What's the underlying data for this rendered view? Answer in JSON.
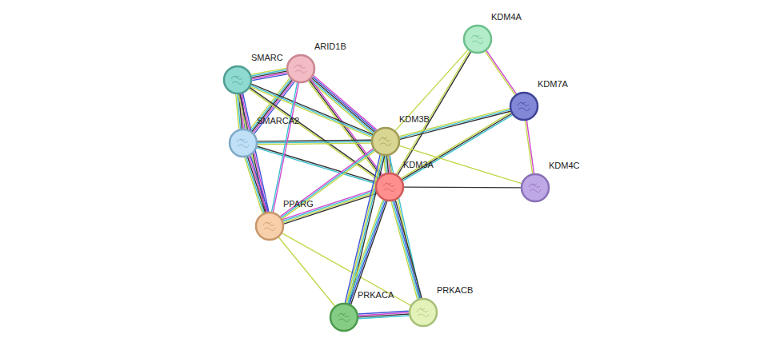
{
  "diagram": {
    "nodes": [
      {
        "text": [
          "KDM4A"
        ]
      },
      {
        "text": [
          "ARID1B"
        ]
      },
      {
        "text": [
          "SMARC"
        ]
      },
      {
        "text": [
          "KDM7A"
        ]
      },
      {
        "text": [
          "SMARCA2"
        ]
      },
      {
        "text": [
          "KDM3B"
        ]
      },
      {
        "text": [
          "KDM3A"
        ]
      },
      {
        "text": [
          "KDM4C"
        ]
      },
      {
        "text": [
          "PPARG"
        ]
      },
      {
        "text": [
          "PRKACA"
        ]
      },
      {
        "text": [
          "PRKACB"
        ]
      }
    ],
    "edges": [
      {
        "from": 0,
        "to": 3,
        "arrow": "none"
      },
      {
        "from": 0,
        "to": 5,
        "arrow": "none"
      },
      {
        "from": 0,
        "to": 6,
        "arrow": "none"
      },
      {
        "from": 3,
        "to": 7,
        "arrow": "none"
      },
      {
        "from": 3,
        "to": 5,
        "arrow": "none"
      },
      {
        "from": 3,
        "to": 6,
        "arrow": "none"
      },
      {
        "from": 7,
        "to": 6,
        "arrow": "none"
      },
      {
        "from": 7,
        "to": 5,
        "arrow": "none"
      },
      {
        "from": 1,
        "to": 2,
        "arrow": "none"
      },
      {
        "from": 1,
        "to": 4,
        "arrow": "none"
      },
      {
        "from": 2,
        "to": 4,
        "arrow": "none"
      },
      {
        "from": 1,
        "to": 5,
        "arrow": "none"
      },
      {
        "from": 1,
        "to": 6,
        "arrow": "none"
      },
      {
        "from": 2,
        "to": 5,
        "arrow": "none"
      },
      {
        "from": 2,
        "to": 6,
        "arrow": "none"
      },
      {
        "from": 2,
        "to": 8,
        "arrow": "none"
      },
      {
        "from": 4,
        "to": 8,
        "arrow": "none"
      },
      {
        "from": 4,
        "to": 5,
        "arrow": "none"
      },
      {
        "from": 4,
        "to": 6,
        "arrow": "none"
      },
      {
        "from": 1,
        "to": 8,
        "arrow": "none"
      },
      {
        "from": 5,
        "to": 6,
        "arrow": "none"
      },
      {
        "from": 8,
        "to": 5,
        "arrow": "none"
      },
      {
        "from": 8,
        "to": 6,
        "arrow": "none"
      },
      {
        "from": 8,
        "to": 9,
        "arrow": "none"
      },
      {
        "from": 8,
        "to": 10,
        "arrow": "none"
      },
      {
        "from": 5,
        "to": 9,
        "arrow": "none"
      },
      {
        "from": 5,
        "to": 10,
        "arrow": "none"
      },
      {
        "from": 6,
        "to": 9,
        "arrow": "none"
      },
      {
        "from": 6,
        "to": 10,
        "arrow": "none"
      },
      {
        "from": 9,
        "to": 10,
        "arrow": "none"
      }
    ]
  }
}
